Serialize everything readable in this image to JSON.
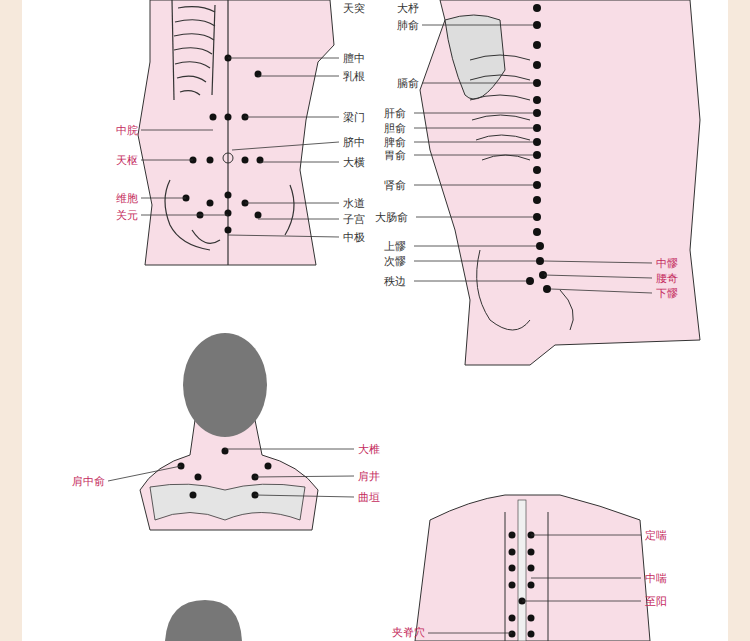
{
  "diagram": {
    "labels": [
      "天突",
      "膻中",
      "乳根",
      "梁门",
      "中脘",
      "脐中",
      "天枢",
      "大横",
      "维胞",
      "水道",
      "关元",
      "子宫",
      "中极",
      "大杼",
      "肺俞",
      "膈俞",
      "肝俞",
      "胆俞",
      "脾俞",
      "胃俞",
      "肾俞",
      "大肠俞",
      "上髎",
      "次髎",
      "秩边",
      "中髎",
      "腰奇",
      "下髎",
      "大椎",
      "肩中俞",
      "肩井",
      "曲垣",
      "定喘",
      "中喘",
      "至阳",
      "夹脊穴"
    ]
  }
}
